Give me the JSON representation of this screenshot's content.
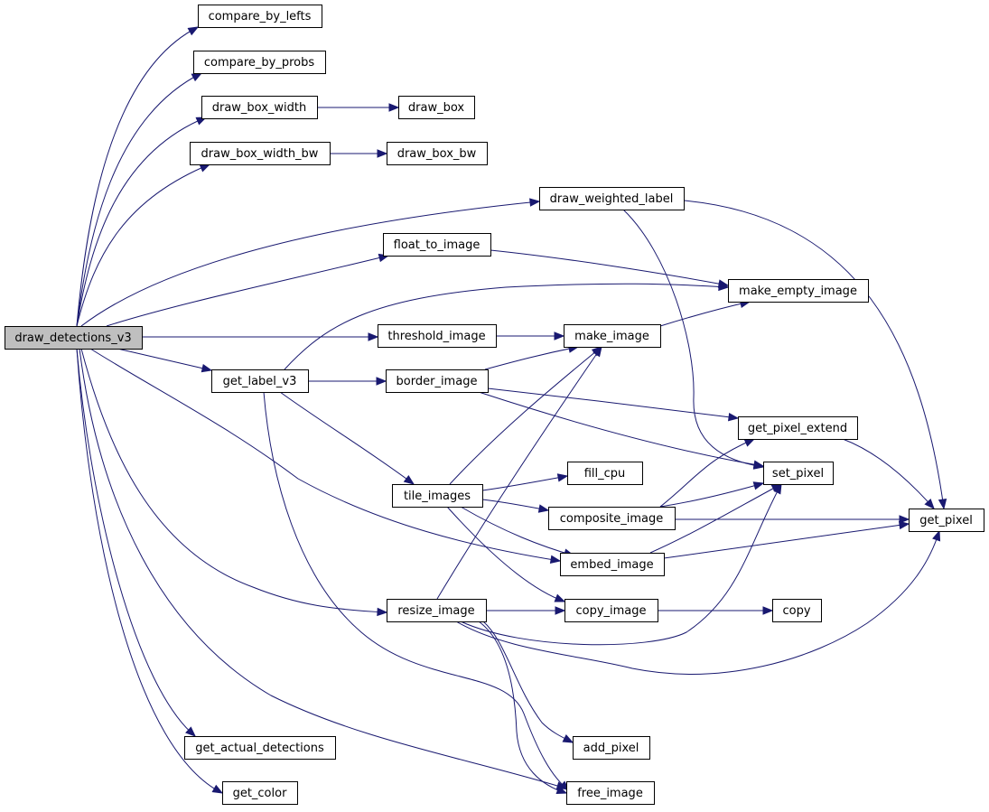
{
  "diagram": {
    "type": "call-graph",
    "edge_color": "#191970",
    "root_fill": "#bfbfbf",
    "nodes": [
      {
        "id": "draw_detections_v3",
        "label": "draw_detections_v3"
      },
      {
        "id": "compare_by_lefts",
        "label": "compare_by_lefts"
      },
      {
        "id": "compare_by_probs",
        "label": "compare_by_probs"
      },
      {
        "id": "draw_box_width",
        "label": "draw_box_width"
      },
      {
        "id": "draw_box",
        "label": "draw_box"
      },
      {
        "id": "draw_box_width_bw",
        "label": "draw_box_width_bw"
      },
      {
        "id": "draw_box_bw",
        "label": "draw_box_bw"
      },
      {
        "id": "draw_weighted_label",
        "label": "draw_weighted_label"
      },
      {
        "id": "float_to_image",
        "label": "float_to_image"
      },
      {
        "id": "make_empty_image",
        "label": "make_empty_image"
      },
      {
        "id": "threshold_image",
        "label": "threshold_image"
      },
      {
        "id": "make_image",
        "label": "make_image"
      },
      {
        "id": "get_label_v3",
        "label": "get_label_v3"
      },
      {
        "id": "border_image",
        "label": "border_image"
      },
      {
        "id": "get_pixel_extend",
        "label": "get_pixel_extend"
      },
      {
        "id": "set_pixel",
        "label": "set_pixel"
      },
      {
        "id": "fill_cpu",
        "label": "fill_cpu"
      },
      {
        "id": "tile_images",
        "label": "tile_images"
      },
      {
        "id": "composite_image",
        "label": "composite_image"
      },
      {
        "id": "get_pixel",
        "label": "get_pixel"
      },
      {
        "id": "embed_image",
        "label": "embed_image"
      },
      {
        "id": "resize_image",
        "label": "resize_image"
      },
      {
        "id": "copy_image",
        "label": "copy_image"
      },
      {
        "id": "copy",
        "label": "copy"
      },
      {
        "id": "add_pixel",
        "label": "add_pixel"
      },
      {
        "id": "get_actual_detections",
        "label": "get_actual_detections"
      },
      {
        "id": "get_color",
        "label": "get_color"
      },
      {
        "id": "free_image",
        "label": "free_image"
      }
    ],
    "edges": [
      {
        "from": "draw_detections_v3",
        "to": "compare_by_lefts"
      },
      {
        "from": "draw_detections_v3",
        "to": "compare_by_probs"
      },
      {
        "from": "draw_detections_v3",
        "to": "draw_box_width"
      },
      {
        "from": "draw_detections_v3",
        "to": "draw_box_width_bw"
      },
      {
        "from": "draw_detections_v3",
        "to": "draw_weighted_label"
      },
      {
        "from": "draw_detections_v3",
        "to": "float_to_image"
      },
      {
        "from": "draw_detections_v3",
        "to": "threshold_image"
      },
      {
        "from": "draw_detections_v3",
        "to": "get_label_v3"
      },
      {
        "from": "draw_detections_v3",
        "to": "embed_image"
      },
      {
        "from": "draw_detections_v3",
        "to": "resize_image"
      },
      {
        "from": "draw_detections_v3",
        "to": "get_actual_detections"
      },
      {
        "from": "draw_detections_v3",
        "to": "get_color"
      },
      {
        "from": "draw_detections_v3",
        "to": "free_image"
      },
      {
        "from": "draw_box_width",
        "to": "draw_box"
      },
      {
        "from": "draw_box_width_bw",
        "to": "draw_box_bw"
      },
      {
        "from": "draw_weighted_label",
        "to": "get_pixel"
      },
      {
        "from": "draw_weighted_label",
        "to": "set_pixel"
      },
      {
        "from": "float_to_image",
        "to": "make_empty_image"
      },
      {
        "from": "threshold_image",
        "to": "make_image"
      },
      {
        "from": "make_image",
        "to": "make_empty_image"
      },
      {
        "from": "get_label_v3",
        "to": "border_image"
      },
      {
        "from": "get_label_v3",
        "to": "make_empty_image"
      },
      {
        "from": "get_label_v3",
        "to": "tile_images"
      },
      {
        "from": "get_label_v3",
        "to": "free_image"
      },
      {
        "from": "border_image",
        "to": "make_image"
      },
      {
        "from": "border_image",
        "to": "get_pixel_extend"
      },
      {
        "from": "border_image",
        "to": "set_pixel"
      },
      {
        "from": "get_pixel_extend",
        "to": "get_pixel"
      },
      {
        "from": "tile_images",
        "to": "make_image"
      },
      {
        "from": "tile_images",
        "to": "fill_cpu"
      },
      {
        "from": "tile_images",
        "to": "composite_image"
      },
      {
        "from": "tile_images",
        "to": "embed_image"
      },
      {
        "from": "tile_images",
        "to": "copy_image"
      },
      {
        "from": "composite_image",
        "to": "get_pixel_extend"
      },
      {
        "from": "composite_image",
        "to": "set_pixel"
      },
      {
        "from": "composite_image",
        "to": "get_pixel"
      },
      {
        "from": "embed_image",
        "to": "set_pixel"
      },
      {
        "from": "embed_image",
        "to": "get_pixel"
      },
      {
        "from": "resize_image",
        "to": "make_image"
      },
      {
        "from": "resize_image",
        "to": "copy_image"
      },
      {
        "from": "resize_image",
        "to": "set_pixel"
      },
      {
        "from": "resize_image",
        "to": "get_pixel"
      },
      {
        "from": "resize_image",
        "to": "add_pixel"
      },
      {
        "from": "resize_image",
        "to": "free_image"
      },
      {
        "from": "copy_image",
        "to": "copy"
      }
    ]
  }
}
